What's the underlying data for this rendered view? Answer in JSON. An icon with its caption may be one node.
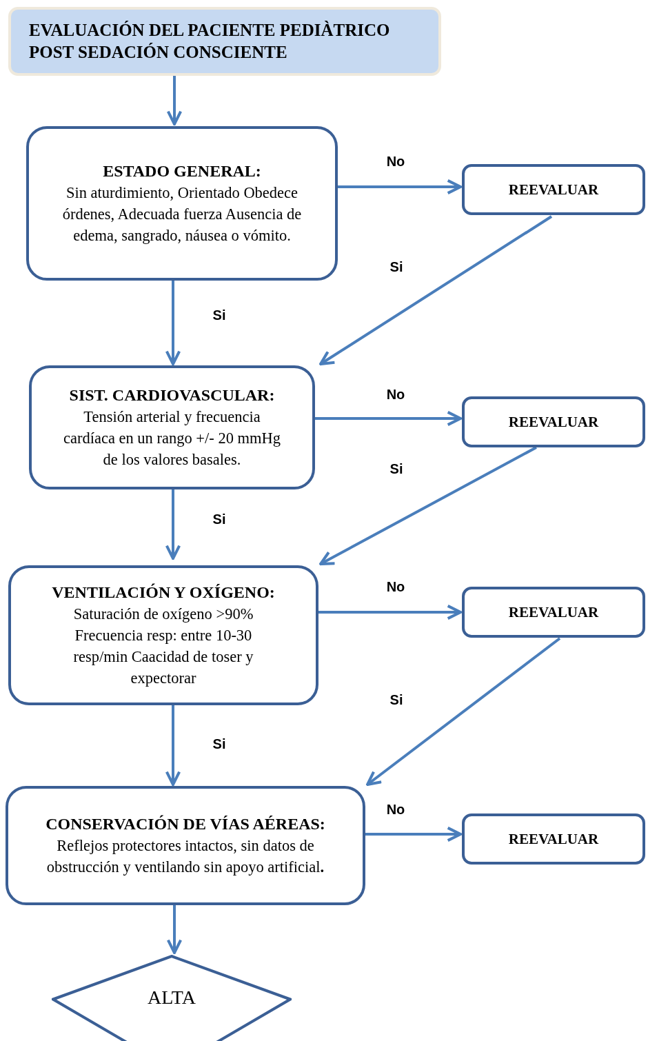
{
  "diagram": {
    "nodes": [
      {
        "text": [
          "EVALUACIÓN DEL PACIENTE PEDIÀTRICO POST SEDACIÓN CONSCIENTE"
        ]
      },
      {
        "text": [
          "ESTADO GENERAL:",
          "Sin aturdimiento, Orientado Obedece órdenes, Adecuada fuerza Ausencia de edema, sangrado, náusea o vómito."
        ]
      },
      {
        "text": [
          "REEVALUAR"
        ]
      },
      {
        "text": [
          "SIST. CARDIOVASCULAR:",
          "Tensión arterial y frecuencia cardíaca en un rango +/- 20 mmHg de los valores basales."
        ]
      },
      {
        "text": [
          "REEVALUAR"
        ]
      },
      {
        "text": [
          "VENTILACIÓN Y OXÍGENO:",
          "Saturación de oxígeno >90% Frecuencia resp: entre 10-30 resp/min Caacidad de toser y expectorar"
        ]
      },
      {
        "text": [
          "REEVALUAR"
        ]
      },
      {
        "text": [
          "CONSERVACIÓN DE VÍAS AÉREAS:",
          "Reflejos protectores intactos, sin datos de obstrucción y ventilando sin apoyo artificial**.**"
        ]
      },
      {
        "text": [
          "REEVALUAR"
        ]
      },
      {
        "text": [
          "ALTA"
        ]
      }
    ],
    "edges": [
      {
        "from": 0,
        "to": 1,
        "arrow": "to"
      },
      {
        "from": 1,
        "to": 2,
        "arrow": "to",
        "label": "No"
      },
      {
        "from": 2,
        "to": 3,
        "arrow": "to",
        "label": "Si"
      },
      {
        "from": 1,
        "to": 3,
        "arrow": "to",
        "label": "Si"
      },
      {
        "from": 3,
        "to": 4,
        "arrow": "to",
        "label": "No"
      },
      {
        "from": 4,
        "to": 5,
        "arrow": "to",
        "label": "Si"
      },
      {
        "from": 3,
        "to": 5,
        "arrow": "to",
        "label": "Si"
      },
      {
        "from": 5,
        "to": 6,
        "arrow": "to",
        "label": "No"
      },
      {
        "from": 6,
        "to": 7,
        "arrow": "to",
        "label": "Si"
      },
      {
        "from": 5,
        "to": 7,
        "arrow": "to",
        "label": "Si"
      },
      {
        "from": 7,
        "to": 8,
        "arrow": "to",
        "label": "No"
      },
      {
        "from": 7,
        "to": 9,
        "arrow": "to"
      }
    ]
  }
}
